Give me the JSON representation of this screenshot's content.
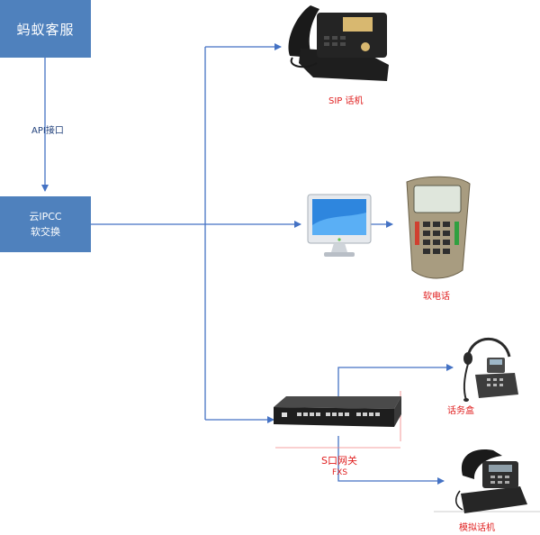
{
  "nodes": {
    "ant_service": "蚂蚁客服",
    "ipcc_line1": "云IPCC",
    "ipcc_line2": "软交换"
  },
  "edges": {
    "api_label": "API接口"
  },
  "devices": {
    "sip_phone": "SIP 话机",
    "soft_phone": "软电话",
    "phone_box": "话务盒",
    "gateway": "S口网关",
    "gateway_port": "FXS",
    "analog_phone": "模拟话机"
  },
  "colors": {
    "box_fill": "#4f81bd",
    "line": "#4472c4",
    "label_red": "#e02020"
  }
}
